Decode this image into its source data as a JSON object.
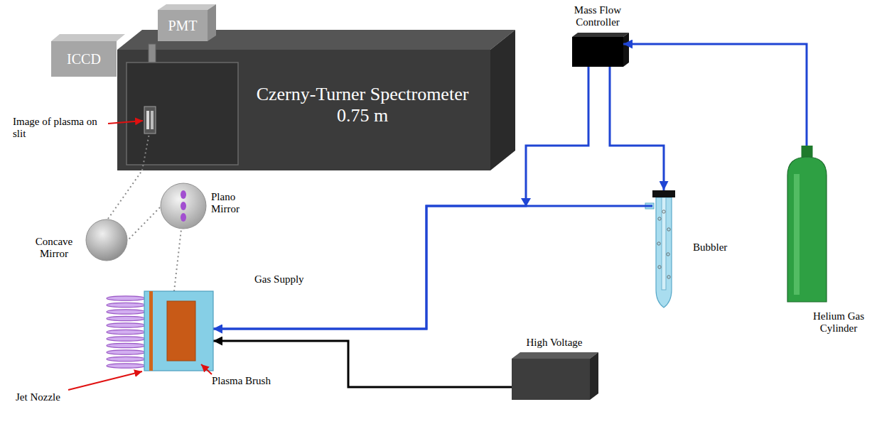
{
  "diagram": {
    "nodes": [
      {
        "text": [
          "ICCD"
        ]
      },
      {
        "text": [
          "PMT"
        ]
      },
      {
        "text": [
          "Czerny-Turner Spectrometer 0.75 m"
        ]
      },
      {
        "text": [
          "Mass Flow Controller"
        ]
      },
      {
        "text": [
          "Bubbler"
        ]
      },
      {
        "text": [
          "Helium Gas Cylinder"
        ]
      },
      {
        "text": [
          "High Voltage"
        ]
      },
      {
        "text": [
          "Plano Mirror"
        ]
      },
      {
        "text": [
          "Concave Mirror"
        ]
      },
      {
        "text": [
          "Plasma Brush"
        ]
      }
    ],
    "edges": [
      {
        "from": 5,
        "to": 3,
        "arrow": "to"
      },
      {
        "from": 3,
        "to": 4,
        "arrow": "to"
      },
      {
        "from": 3,
        "to": 9,
        "arrow": "to"
      },
      {
        "from": 4,
        "to": 9,
        "arrow": "to"
      },
      {
        "from": 6,
        "to": 9,
        "arrow": "to"
      },
      {
        "from": 9,
        "to": 7,
        "arrow": "none"
      },
      {
        "from": 7,
        "to": 8,
        "arrow": "none"
      },
      {
        "from": 8,
        "to": 2,
        "arrow": "none"
      }
    ],
    "labels": [
      "Image of plasma on slit",
      "Gas Supply",
      "Jet Nozzle"
    ]
  }
}
